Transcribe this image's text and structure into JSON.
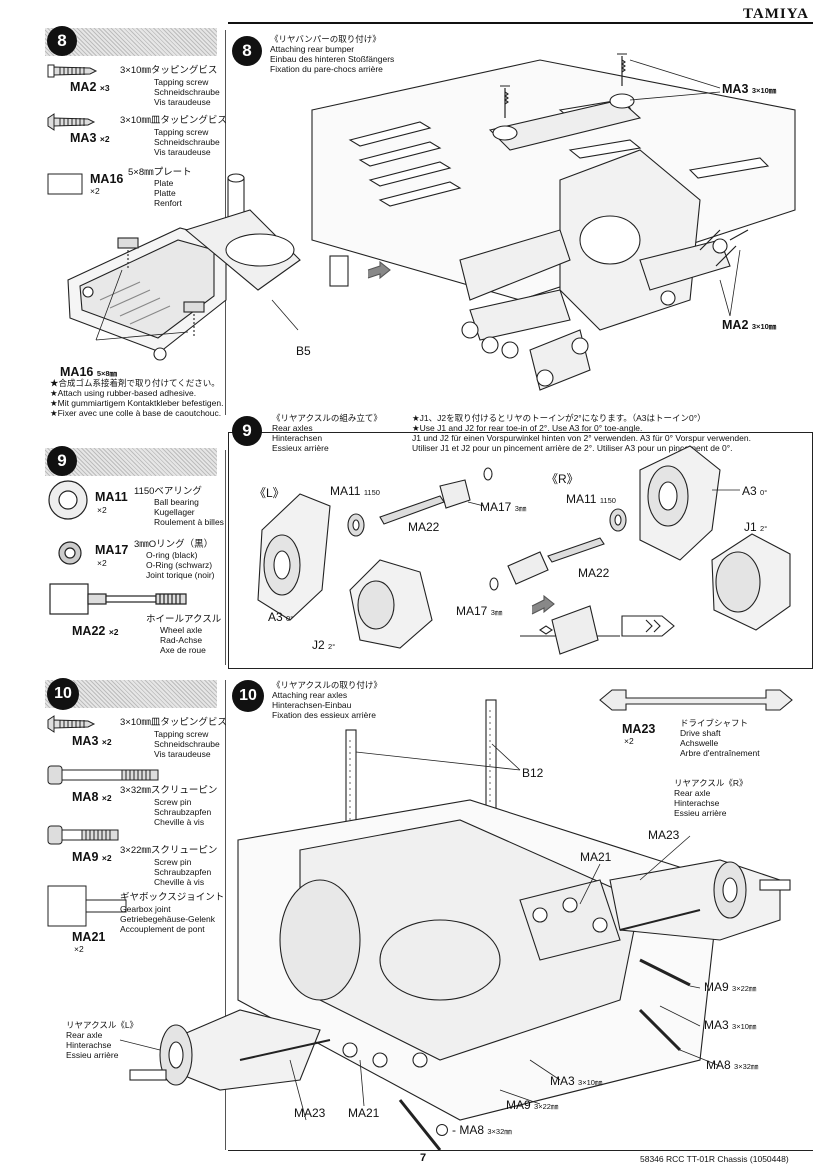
{
  "brand": "TAMIYA",
  "page_number": "7",
  "footer": "58346 RCC TT-01R Chassis (1050448)",
  "step8": {
    "number": "8",
    "title_jp": "《リヤバンパーの取り付け》",
    "title_en": "Attaching rear bumper",
    "title_de": "Einbau des hinteren Stoßfängers",
    "title_fr": "Fixation du pare-chocs arrière",
    "parts": [
      {
        "code": "MA2",
        "qty": "×3",
        "jp": "3×10㎜タッピングビス",
        "en": "Tapping screw",
        "de": "Schneidschraube",
        "fr": "Vis taraudeuse"
      },
      {
        "code": "MA3",
        "qty": "×2",
        "jp": "3×10㎜皿タッピングビス",
        "en": "Tapping screw",
        "de": "Schneidschraube",
        "fr": "Vis taraudeuse"
      },
      {
        "code": "MA16",
        "qty": "×2",
        "jp": "5×8㎜プレート",
        "en": "Plate",
        "de": "Platte",
        "fr": "Renfort"
      }
    ],
    "sub_label": "MA16",
    "sub_unit": "5×8㎜",
    "notes": [
      "★合成ゴム系接着剤で取り付けてください。",
      "★Attach using rubber-based adhesive.",
      "★Mit gummiartigem Kontaktkleber befestigen.",
      "★Fixer avec une colle à base de caoutchouc."
    ],
    "b5": "B5",
    "ma3_label": "MA3",
    "ma3_unit": "3×10㎜",
    "ma2_label": "MA2",
    "ma2_unit": "3×10㎜"
  },
  "step9": {
    "number": "9",
    "title_jp": "《リヤアクスルの組み立て》",
    "title_en": "Rear axles",
    "title_de": "Hinterachsen",
    "title_fr": "Essieux arrière",
    "note": [
      "★J1、J2を取り付けるとリヤのトーインが2°になります。（A3はトーイン0°）",
      "★Use J1 and J2 for rear toe-in of 2°. Use A3 for 0° toe-angle.",
      "J1 und J2 für einen Vorspurwinkel hinten von 2° verwenden. A3 für 0° Vorspur verwenden.",
      "Utiliser J1 et J2 pour un pincement arrière de 2°. Utiliser A3 pour un pincement de 0°."
    ],
    "parts": [
      {
        "code": "MA11",
        "qty": "×2",
        "jp": "1150ベアリング",
        "en": "Ball bearing",
        "de": "Kugellager",
        "fr": "Roulement à billes"
      },
      {
        "code": "MA17",
        "qty": "×2",
        "jp": "3㎜Oリング（黒）",
        "en": "O-ring (black)",
        "de": "O-Ring (schwarz)",
        "fr": "Joint torique (noir)"
      },
      {
        "code": "MA22",
        "qty": "×2",
        "jp": "ホイールアクスル",
        "en": "Wheel axle",
        "de": "Rad-Achse",
        "fr": "Axe de roue"
      }
    ],
    "left_mark": "《L》",
    "right_mark": "《R》",
    "ma11": "MA11",
    "ma11_unit": "1150",
    "ma22": "MA22",
    "ma17": "MA17",
    "ma17_unit": "3㎜",
    "a3": "A3",
    "a3_unit": "0°",
    "j1": "J1",
    "j1_unit": "2°",
    "j2": "J2",
    "j2_unit": "2°"
  },
  "step10": {
    "number": "10",
    "title_jp": "《リヤアクスルの取り付け》",
    "title_en": "Attaching rear axles",
    "title_de": "Hinterachsen-Einbau",
    "title_fr": "Fixation des essieux arrière",
    "parts": [
      {
        "code": "MA3",
        "qty": "×2",
        "jp": "3×10㎜皿タッピングビス",
        "en": "Tapping screw",
        "de": "Schneidschraube",
        "fr": "Vis taraudeuse"
      },
      {
        "code": "MA8",
        "qty": "×2",
        "jp": "3×32㎜スクリューピン",
        "en": "Screw pin",
        "de": "Schraubzapfen",
        "fr": "Cheville à vis"
      },
      {
        "code": "MA9",
        "qty": "×2",
        "jp": "3×22㎜スクリューピン",
        "en": "Screw pin",
        "de": "Schraubzapfen",
        "fr": "Cheville à vis"
      },
      {
        "code": "MA21",
        "qty": "×2",
        "jp": "ギヤボックスジョイント",
        "en": "Gearbox joint",
        "de": "Getriebegehäuse-Gelenk",
        "fr": "Accouplement de pont"
      }
    ],
    "driveshaft": {
      "code": "MA23",
      "qty": "×2",
      "jp": "ドライブシャフト",
      "en": "Drive shaft",
      "de": "Achswelle",
      "fr": "Arbre d'entraînement"
    },
    "rear_axle_r": {
      "jp": "リヤアクスル《R》",
      "en": "Rear axle",
      "de": "Hinterachse",
      "fr": "Essieu arrière"
    },
    "rear_axle_l": {
      "jp": "リヤアクスル《L》",
      "en": "Rear axle",
      "de": "Hinterachse",
      "fr": "Essieu arrière"
    },
    "b12": "B12",
    "ma23": "MA23",
    "ma21": "MA21",
    "ma9": "MA9",
    "ma9_unit": "3×22㎜",
    "ma3": "MA3",
    "ma3_unit": "3×10㎜",
    "ma8": "MA8",
    "ma8_unit": "3×32㎜",
    "ma8_arrow": "- MA8"
  }
}
